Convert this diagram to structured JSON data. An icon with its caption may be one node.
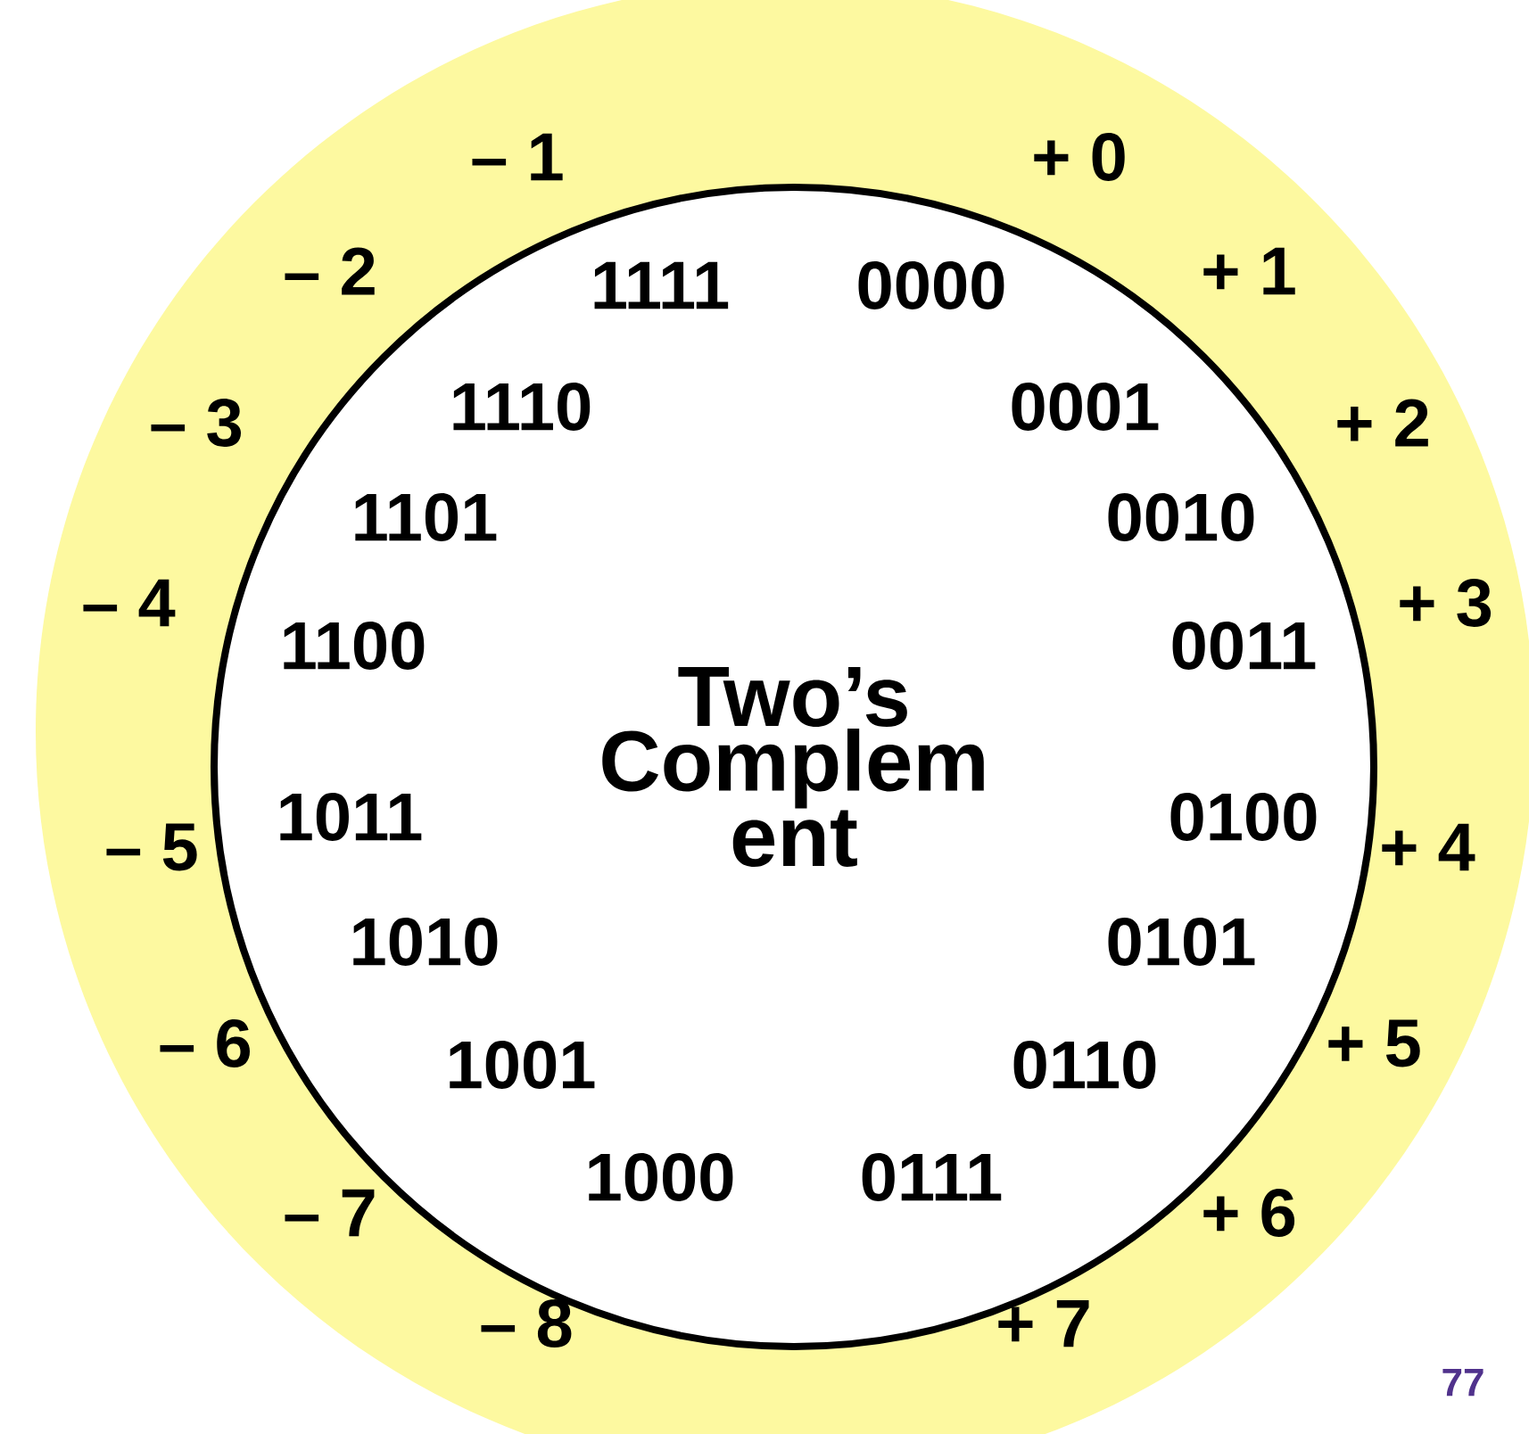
{
  "diagram": {
    "nodes": [
      {
        "text": [],
        "shape": "circle"
      },
      {
        "text": [
          "Two’s Complem ent"
        ],
        "in": 0
      }
    ],
    "labels": [
      "– 1",
      "+ 0",
      "– 2",
      "1111",
      "0000",
      "+ 1",
      "– 3",
      "1110",
      "0001",
      "+ 2",
      "1101",
      "0010",
      "– 4",
      "1100",
      "0011",
      "+ 3",
      "1011",
      "0100",
      "– 5",
      "+ 4",
      "1010",
      "0101",
      "– 6",
      "1001",
      "0110",
      "+ 5",
      "– 7",
      "1000",
      "0111",
      "+ 6",
      "– 8",
      "+ 7",
      "77"
    ]
  }
}
